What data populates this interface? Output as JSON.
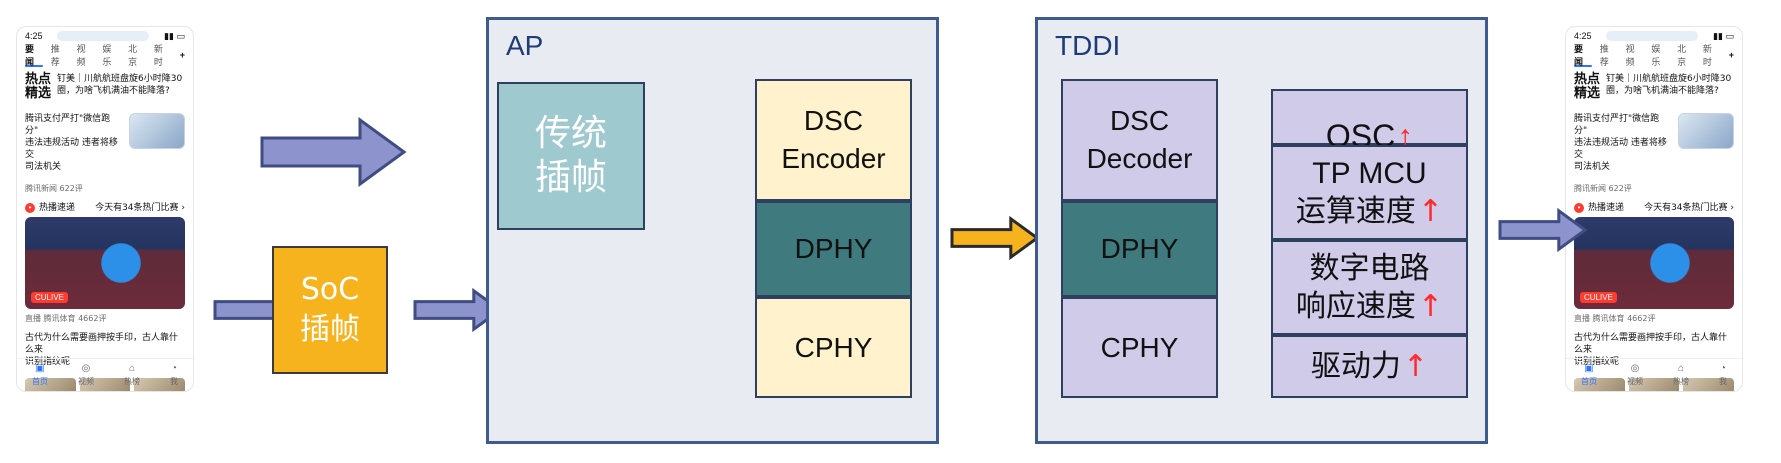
{
  "diagram": {
    "ap": {
      "title": "AP",
      "traditional_frame_insert": "传统\n插帧",
      "dsc_encoder": "DSC\nEncoder",
      "dphy": "DPHY",
      "cphy": "CPHY"
    },
    "soc": {
      "label": "SoC\n插帧"
    },
    "tddi": {
      "title": "TDDI",
      "dsc_decoder": "DSC\nDecoder",
      "dphy": "DPHY",
      "cphy": "CPHY",
      "osc": "OSC",
      "tp_mcu_line1": "TP MCU",
      "tp_mcu_line2": "运算速度",
      "digital_line1": "数字电路",
      "digital_line2": "响应速度",
      "drive": "驱动力",
      "up_arrow": "↑"
    },
    "colors": {
      "container_border": "#3f5a8f",
      "container_fill": "#e8ebf1",
      "title_text": "#1f3c78",
      "cream": "#fff2cc",
      "teal": "#3f7a7f",
      "lavender": "#cfcbe9",
      "teal_light": "#9ec9cf",
      "soc": "#f7b31d",
      "arrow_blue": "#8d93cc",
      "arrow_orange": "#f7b31d",
      "up_arrow_red": "#ff2b2b"
    }
  },
  "phones": {
    "left": {
      "status_time": "4:25",
      "tabs": [
        "要闻",
        "推荐",
        "视频",
        "娱乐",
        "北京",
        "新时"
      ],
      "tab_plus": "+",
      "hot_mark_1": "热点",
      "hot_mark_2": "精选",
      "hot_text": "钉美｜川航航班盘旋6小时降30\n圈，为啥飞机满油不能降落?",
      "news_1": "腾讯支付严打\"微信跑分\"\n违法违规活动 违者将移交\n司法机关",
      "meta_1": "腾讯新闻  622评",
      "section_title": "热播速递",
      "section_right": "今天有34条热门比赛 ›",
      "live_badge": "CULIVE",
      "video_meta": "直播  腾讯体育  4662评",
      "news_2": "古代为什么需要画押按手印，古人靠什么来\n识别指纹呢",
      "bottom_nav": [
        "首页",
        "视频",
        "热榜",
        "我"
      ]
    },
    "right": {
      "status_time": "4:25",
      "tabs": [
        "要闻",
        "推荐",
        "视频",
        "娱乐",
        "北京",
        "新时"
      ],
      "tab_plus": "+",
      "hot_mark_1": "热点",
      "hot_mark_2": "精选",
      "hot_text": "钉美｜川航航班盘旋6小时降30\n圈，为啥飞机满油不能降落?",
      "news_1": "腾讯支付严打\"微信跑分\"\n违法违规活动 违者将移交\n司法机关",
      "meta_1": "腾讯新闻  622评",
      "section_title": "热播速递",
      "section_right": "今天有34条热门比赛 ›",
      "live_badge": "CULIVE",
      "video_meta": "直播  腾讯体育  4662评",
      "news_2": "古代为什么需要画押按手印，古人靠什么来\n识别指纹呢",
      "bottom_nav": [
        "首页",
        "视频",
        "热榜",
        "我"
      ]
    }
  }
}
